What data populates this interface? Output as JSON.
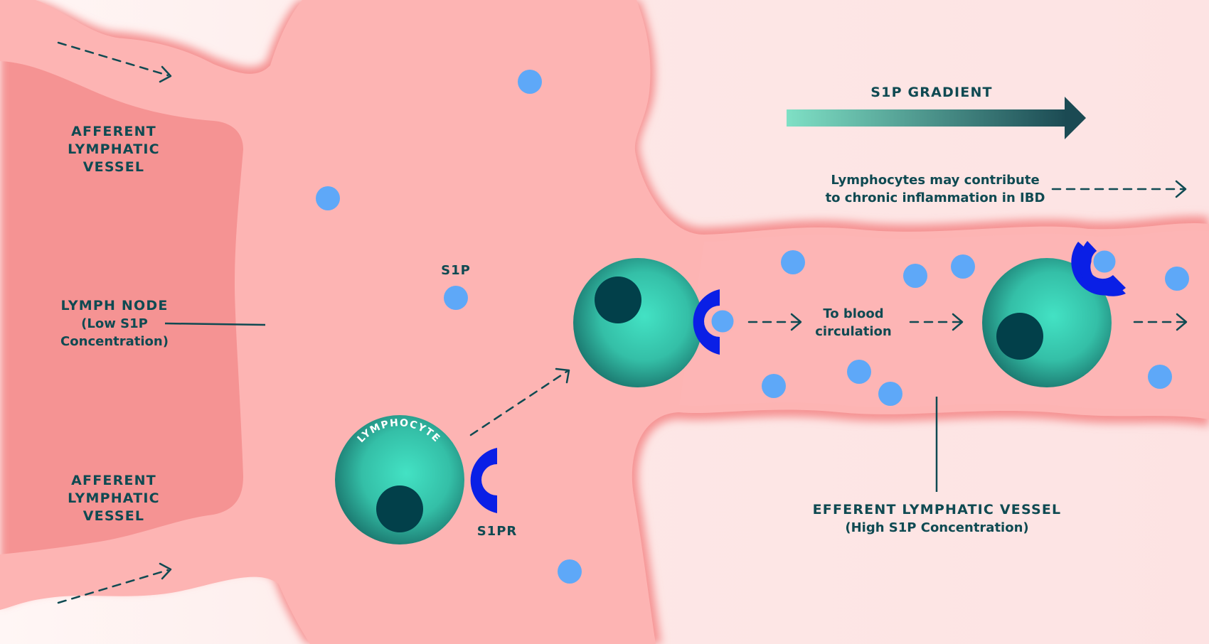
{
  "labels": {
    "afferent_top": [
      "AFFERENT",
      "LYMPHATIC",
      "VESSEL"
    ],
    "afferent_bottom": [
      "AFFERENT",
      "LYMPHATIC",
      "VESSEL"
    ],
    "lymph_node": [
      "LYMPH NODE",
      "(Low S1P",
      "Concentration)"
    ],
    "s1p": "S1P",
    "s1pr": "S1PR",
    "lymphocyte": "LYMPHOCYTE",
    "to_blood": [
      "To blood",
      "circulation"
    ],
    "gradient": "S1P GRADIENT",
    "inflammation": [
      "Lymphocytes may contribute",
      "to chronic inflammation in IBD"
    ],
    "efferent": [
      "EFFERENT LYMPHATIC VESSEL",
      "(High S1P Concentration)"
    ]
  },
  "colors": {
    "background": "#fde9e9",
    "tissue": "#fdb4b3",
    "tissue_edge": "#f59393",
    "s1p_molecule": "#5ea8f8",
    "cell_light": "#3fdcbf",
    "cell_dark": "#176c66",
    "nucleus": "#02404a",
    "receptor": "#0a1fe6",
    "text": "#0f4a52",
    "gradient_start": "#7fe0c5",
    "gradient_end": "#1b4a53"
  },
  "icons": {
    "s1p_molecule": "circle",
    "receptor": "c-shape",
    "flow_arrow": "dashed-arrow",
    "gradient_arrow": "gradient-arrow"
  }
}
